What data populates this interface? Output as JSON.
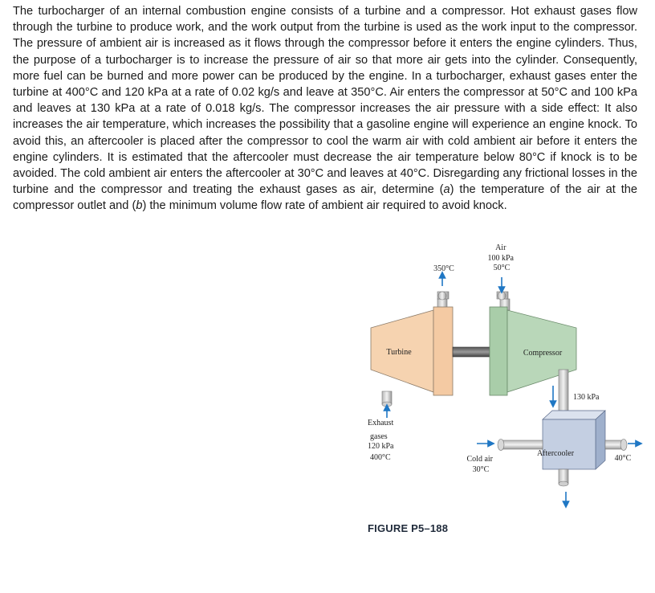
{
  "problem": {
    "p1": "The turbocharger of an internal combustion engine consists of a turbine and a compressor. Hot exhaust gases flow through the turbine to produce work, and the work output from the turbine is used as the work input to the compressor. The pressure of ambient air is increased as it flows through the compressor before it enters the engine cylinders. Thus, the purpose of a turbocharger is to increase the pressure of air so that more air gets into the cylinder. Consequently, more fuel can be burned and more power can be produced by the engine. In a turbocharger, exhaust gases enter the turbine at 400°C and 120 kPa at a rate of 0.02 kg/s and leave at 350°C. Air enters the compressor at 50°C and 100 kPa and leaves at 130 kPa at a rate of 0.018 kg/s. The compressor increases the air pressure with a side effect: It also increases the air temperature, which increases the possibility that a gasoline engine will experience an engine knock. To avoid this, an aftercooler is placed after the compressor to cool the warm air with cold ambient air before it enters the engine cylinders. It is estimated that the aftercooler must decrease the air temperature below 80°C if knock is to be avoided. The cold ambient air enters the aftercooler at 30°C and leaves at 40°C. Disregarding any frictional losses in the turbine and the compressor and treating the exhaust gases as air, determine (",
    "part_a": "a",
    "p2": ") the temperature of the air at the compressor outlet and (",
    "part_b": "b",
    "p3": ") the minimum volume flow rate of ambient air required to avoid knock."
  },
  "figure": {
    "air_in": [
      "Air",
      "100 kPa",
      "50°C"
    ],
    "turbine_out_temp": "350°C",
    "turbine_label": "Turbine",
    "compressor_label": "Compressor",
    "compressor_out_pressure": "130 kPa",
    "exhaust_in": [
      "Exhaust",
      "gases",
      "120 kPa",
      "400°C"
    ],
    "cold_air": [
      "Cold air",
      "30°C"
    ],
    "aftercooler_label": "Aftercooler",
    "aftercooler_out_temp": "40°C",
    "caption": "FIGURE P5–188",
    "colors": {
      "turbine": "#f6d3b0",
      "compressor": "#b9d7b9",
      "aftercooler": "#c4cfe2",
      "arrow": "#1f77c4"
    }
  }
}
